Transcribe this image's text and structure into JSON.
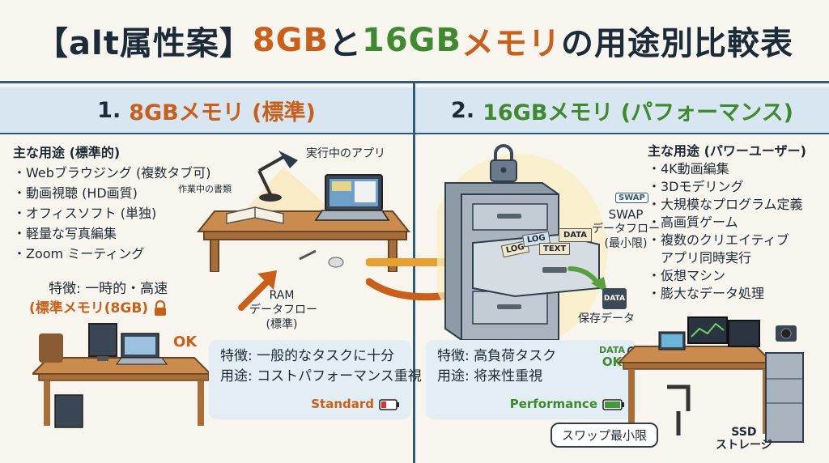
{
  "title": {
    "part1": "【alt属性案】",
    "part2": "8GB",
    "part3": "と",
    "part4": "16GB",
    "part5": "メモリ",
    "part6": "の用途別比較表"
  },
  "left": {
    "header_num": "1.",
    "header_text": "8GBメモリ (標準)",
    "uses_head": "主な用途 (標準的)",
    "uses": [
      "・Webブラウジング (複数タブ可)",
      "・動画視聴 (HD画質)",
      "・オフィスソフト (単独)",
      "・軽量な写真編集",
      "・Zoom ミーティング"
    ],
    "feature_head": "特徴: 一時的・高速",
    "feature_badge": "(標準メモリ(8GB)",
    "ok": "OK",
    "label_running_app": "実行中のアプリ",
    "label_working_docs": "作業中の書類",
    "label_ram_flow": [
      "RAM",
      "データフロー",
      "(標準)"
    ],
    "box_line1": "特徴: 一般的なタスクに十分",
    "box_line2": "用途: コストパフォーマンス重視",
    "box_tag": "Standard",
    "colors": {
      "accent": "#c8601c",
      "battery": "#d9302b"
    }
  },
  "right": {
    "header_num": "2.",
    "header_text": "16GBメモリ (パフォーマンス)",
    "uses_head": "主な用途 (パワーユーザー)",
    "uses": [
      "・4K動画編集",
      "・3Dモデリング",
      "・大規模なプログラム定義",
      "・高画質ゲーム",
      "・複数のクリエイティブ",
      "　アプリ同時実行",
      "・仮想マシン",
      "・膨大なデータ処理"
    ],
    "swap_tag": "SWAP",
    "swap_label": [
      "SWAP",
      "データフロー",
      "(最小限)"
    ],
    "file_tags": [
      "LOG",
      "LOG",
      "TEXT",
      "DATA"
    ],
    "data_file": "DATA",
    "save_label": "保存データ",
    "box_line1": "特徴: 高負荷タスク",
    "box_line2": "用途: 将来性重視",
    "data_ok_1": "DATA",
    "data_ok_2": "OK",
    "box_tag": "Performance",
    "pill": "スワップ最小限",
    "ssd_label": [
      "SSD",
      "ストレージ"
    ],
    "colors": {
      "accent": "#3f8a2e",
      "battery": "#3f9a3a"
    }
  }
}
